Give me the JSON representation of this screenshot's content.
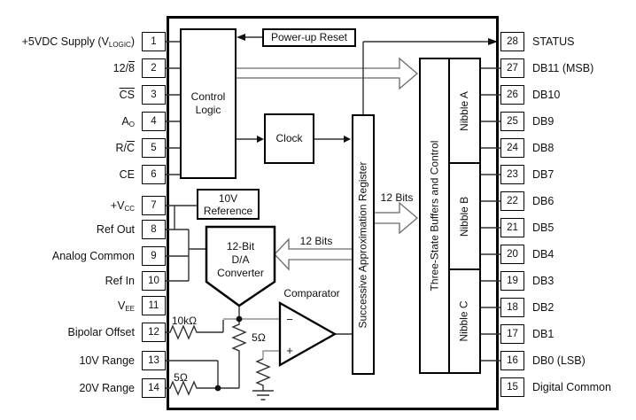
{
  "diagram": {
    "blocks": {
      "control_logic": [
        "Control",
        "Logic"
      ],
      "power_up_reset": "Power-up Reset",
      "clock": "Clock",
      "reference": [
        "10V",
        "Reference"
      ],
      "dac": [
        "12-Bit",
        "D/A",
        "Converter"
      ],
      "sar": "Successive Approximation Register",
      "buffers": "Three-State Buffers and Control",
      "nibbles": [
        "Nibble A",
        "Nibble B",
        "Nibble C"
      ]
    },
    "labels": {
      "comparator": "Comparator",
      "bits_out": "12 Bits",
      "bits_dac": "12 Bits",
      "r_bipolar": "10kΩ",
      "r_span": "5Ω",
      "r_mid": "5Ω",
      "minus": "−",
      "plus": "+"
    },
    "pins_left": [
      {
        "num": "1",
        "label": [
          {
            "t": "+5VDC Supply (V"
          },
          {
            "t": "LOGIC",
            "sub": true
          },
          {
            "t": ")"
          }
        ]
      },
      {
        "num": "2",
        "label": [
          {
            "t": "12/"
          },
          {
            "t": "8",
            "over": true
          }
        ]
      },
      {
        "num": "3",
        "label": [
          {
            "t": "CS",
            "over": true
          }
        ]
      },
      {
        "num": "4",
        "label": [
          {
            "t": "A"
          },
          {
            "t": "O",
            "sub": true
          }
        ]
      },
      {
        "num": "5",
        "label": [
          {
            "t": "R/"
          },
          {
            "t": "C",
            "over": true
          }
        ]
      },
      {
        "num": "6",
        "label": [
          {
            "t": "CE"
          }
        ]
      },
      {
        "num": "7",
        "label": [
          {
            "t": "+V"
          },
          {
            "t": "CC",
            "sub": true
          }
        ]
      },
      {
        "num": "8",
        "label": [
          {
            "t": "Ref Out"
          }
        ]
      },
      {
        "num": "9",
        "label": [
          {
            "t": "Analog Common"
          }
        ]
      },
      {
        "num": "10",
        "label": [
          {
            "t": "Ref In"
          }
        ]
      },
      {
        "num": "11",
        "label": [
          {
            "t": "V"
          },
          {
            "t": "EE",
            "sub": true
          }
        ]
      },
      {
        "num": "12",
        "label": [
          {
            "t": "Bipolar Offset"
          }
        ]
      },
      {
        "num": "13",
        "label": [
          {
            "t": "10V Range"
          }
        ]
      },
      {
        "num": "14",
        "label": [
          {
            "t": "20V Range"
          }
        ]
      }
    ],
    "pins_right": [
      {
        "num": "28",
        "label": [
          {
            "t": "STATUS"
          }
        ]
      },
      {
        "num": "27",
        "label": [
          {
            "t": "DB11 (MSB)"
          }
        ]
      },
      {
        "num": "26",
        "label": [
          {
            "t": "DB10"
          }
        ]
      },
      {
        "num": "25",
        "label": [
          {
            "t": "DB9"
          }
        ]
      },
      {
        "num": "24",
        "label": [
          {
            "t": "DB8"
          }
        ]
      },
      {
        "num": "23",
        "label": [
          {
            "t": "DB7"
          }
        ]
      },
      {
        "num": "22",
        "label": [
          {
            "t": "DB6"
          }
        ]
      },
      {
        "num": "21",
        "label": [
          {
            "t": "DB5"
          }
        ]
      },
      {
        "num": "20",
        "label": [
          {
            "t": "DB4"
          }
        ]
      },
      {
        "num": "19",
        "label": [
          {
            "t": "DB3"
          }
        ]
      },
      {
        "num": "18",
        "label": [
          {
            "t": "DB2"
          }
        ]
      },
      {
        "num": "17",
        "label": [
          {
            "t": "DB1"
          }
        ]
      },
      {
        "num": "16",
        "label": [
          {
            "t": "DB0 (LSB)"
          }
        ]
      },
      {
        "num": "15",
        "label": [
          {
            "t": "Digital Common"
          }
        ]
      }
    ]
  }
}
